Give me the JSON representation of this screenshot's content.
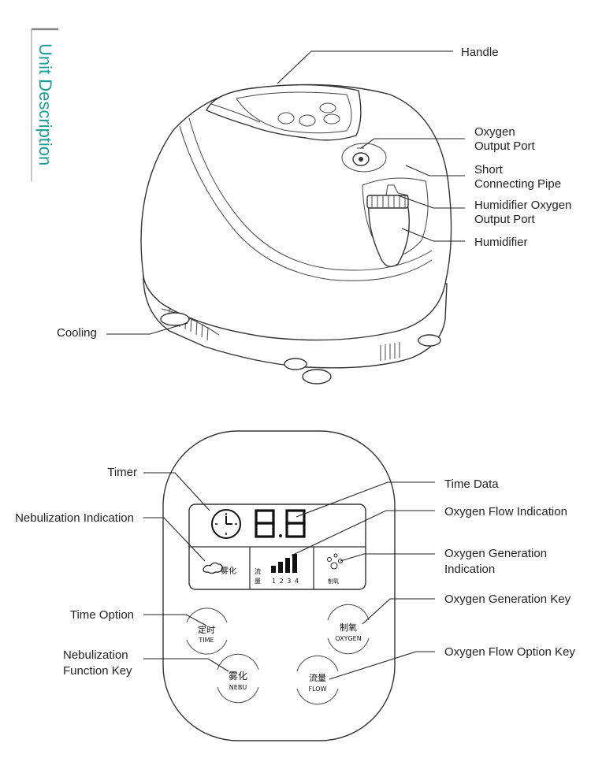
{
  "section_title": "Unit Description",
  "accent_color": "#1a9e98",
  "unit_labels": {
    "handle": "Handle",
    "oxygen_output_port": [
      "Oxygen",
      "Output Port"
    ],
    "short_connecting_pipe": [
      "Short",
      "Connecting Pipe"
    ],
    "humidifier_oxygen_output_port": [
      "Humidifier Oxygen",
      "Output Port"
    ],
    "humidifier": "Humidifier",
    "cooling": "Cooling"
  },
  "panel_labels": {
    "timer": "Timer",
    "nebulization_indication": "Nebulization Indication",
    "time_option": "Time Option",
    "nebulization_function_key": [
      "Nebulization",
      "Function Key"
    ],
    "time_data": "Time Data",
    "oxygen_flow_indication": "Oxygen Flow Indication",
    "oxygen_generation_indication": [
      "Oxygen Generation",
      "Indication"
    ],
    "oxygen_generation_key": "Oxygen Generation Key",
    "oxygen_flow_option_key": "Oxygen Flow Option Key"
  },
  "lcd": {
    "digits": "8.8",
    "nebu_text": "雾化",
    "flow_text_1": "流",
    "flow_text_2": "量",
    "flow_levels": "1 2 3 4",
    "oxygen_gen_text": "制氧"
  },
  "keys": {
    "time": {
      "cn": "定时",
      "en": "TIME"
    },
    "nebu": {
      "cn": "雾化",
      "en": "NEBU"
    },
    "oxygen": {
      "cn": "制氧",
      "en": "OXYGEN"
    },
    "flow": {
      "cn": "流量",
      "en": "FLOW"
    }
  }
}
